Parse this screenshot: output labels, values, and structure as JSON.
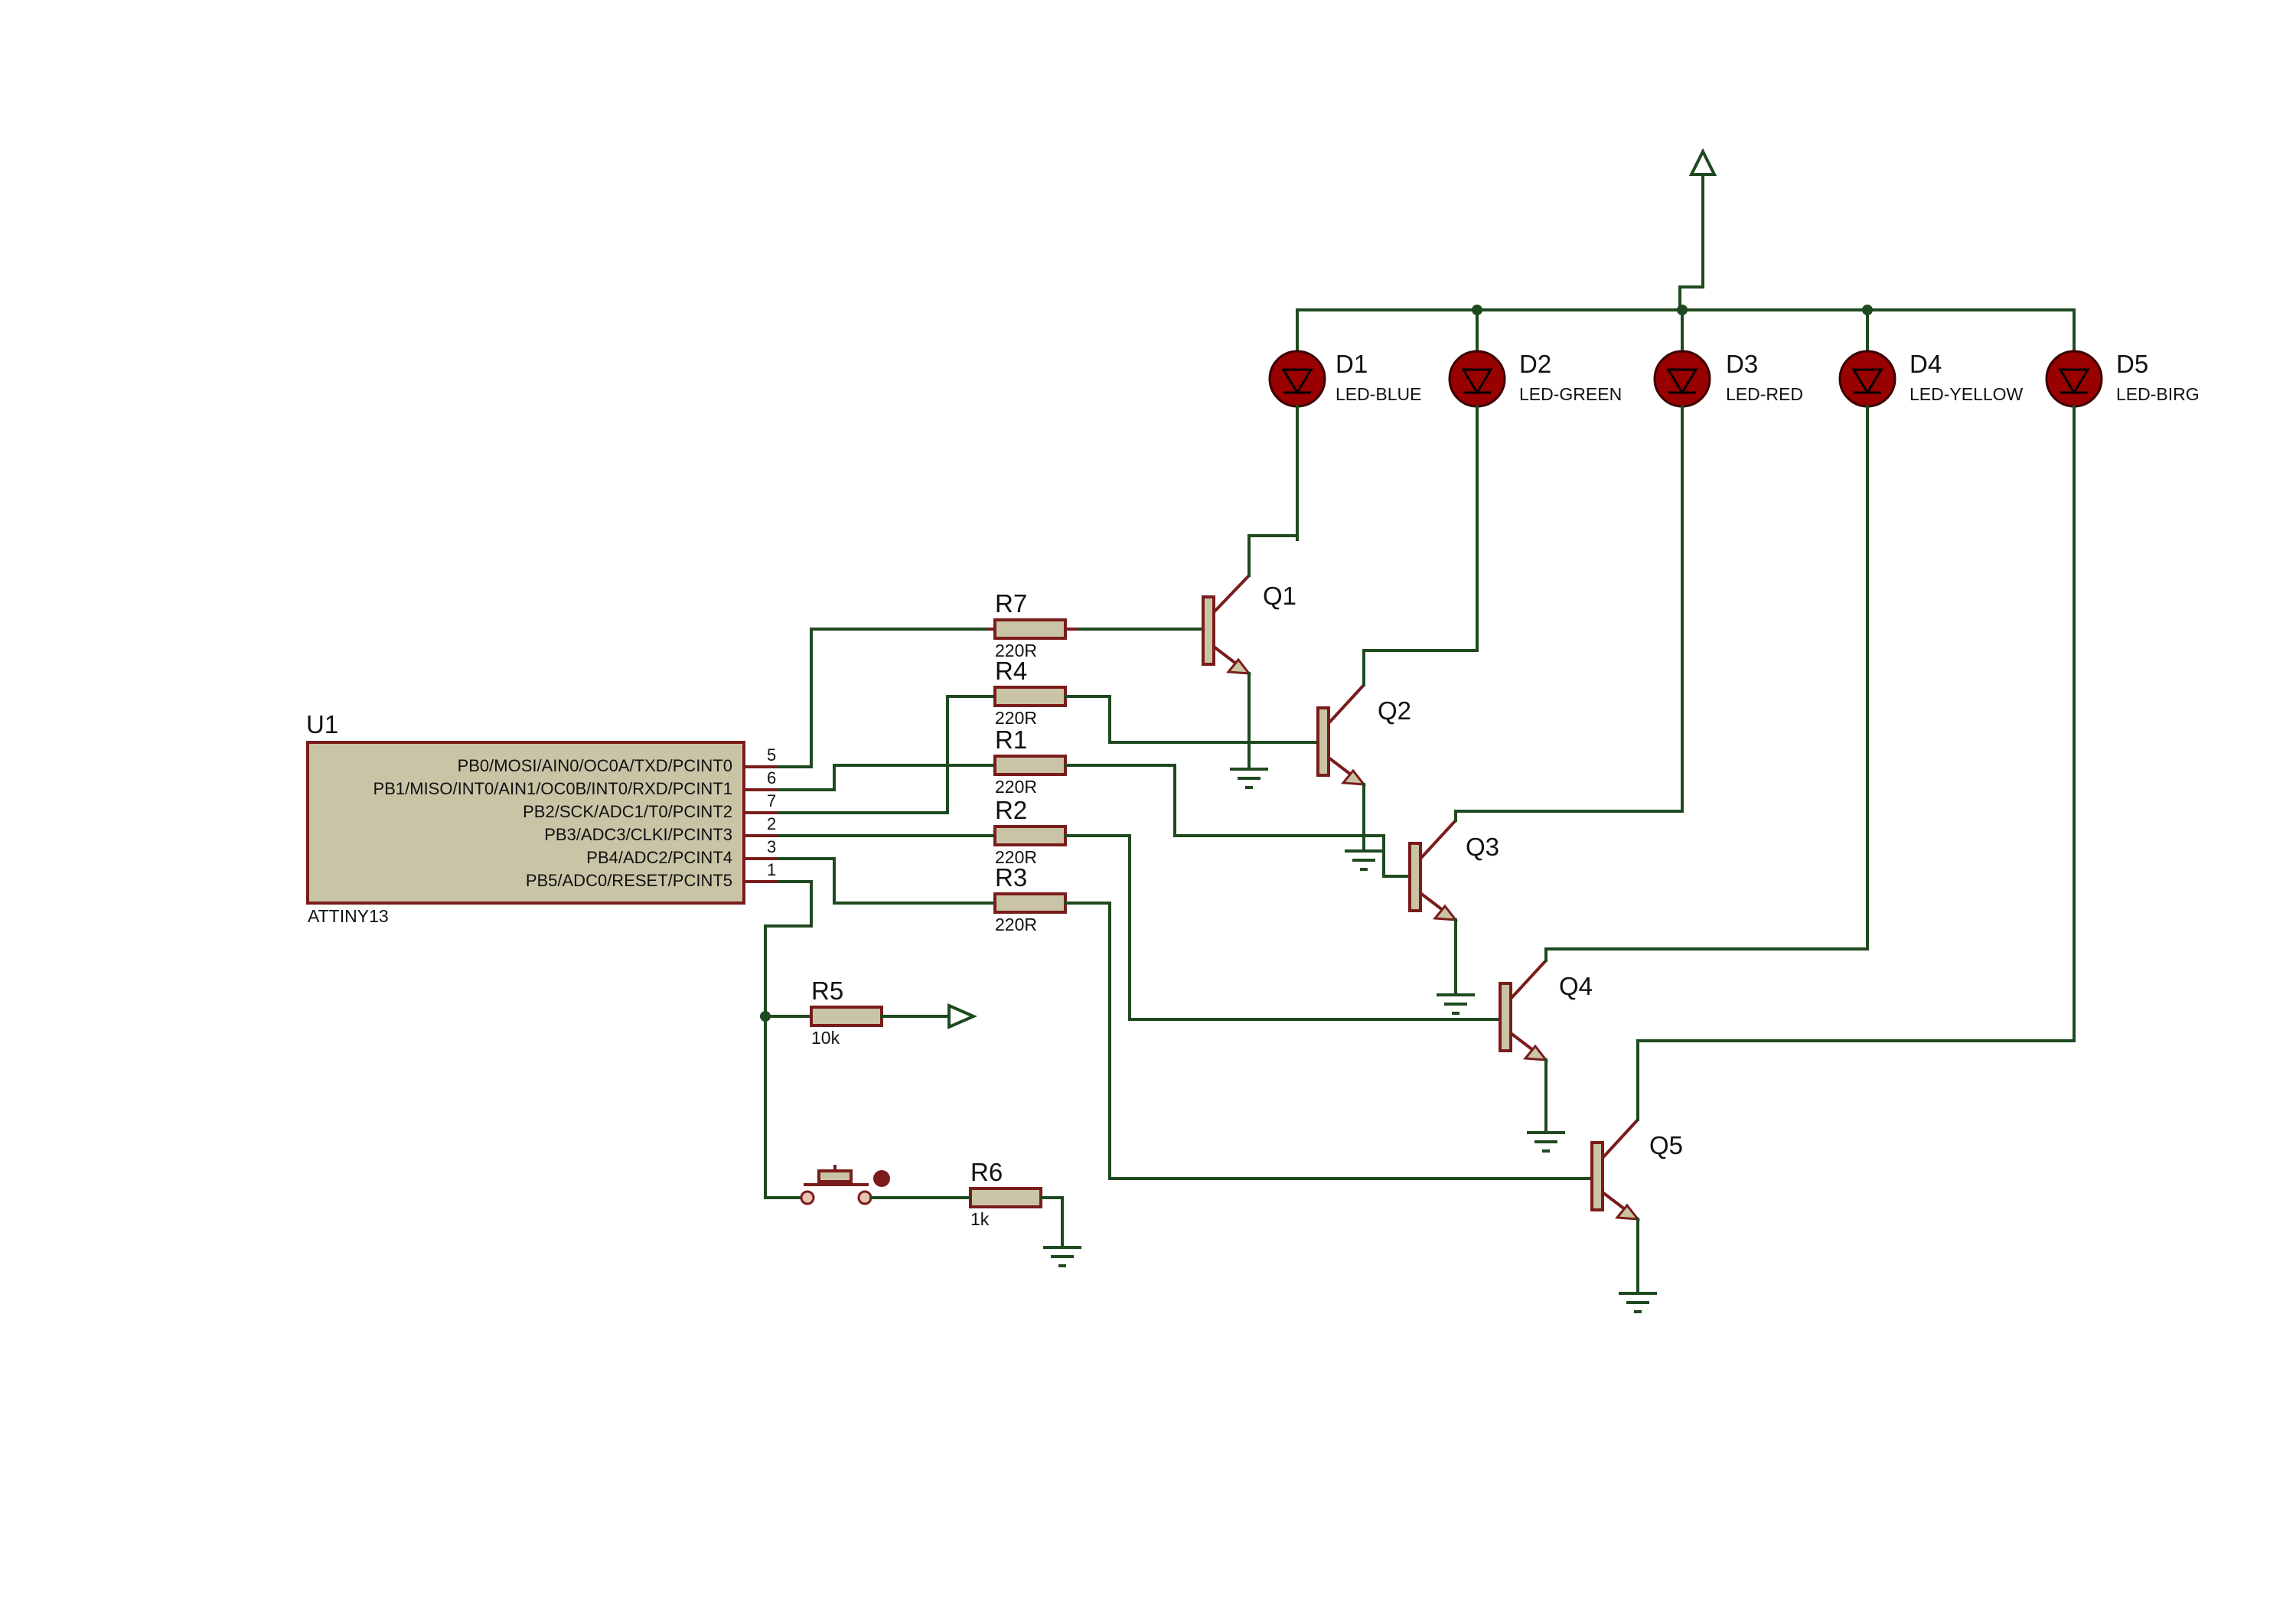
{
  "u1": {
    "ref": "U1",
    "part": "ATTINY13",
    "pins": [
      {
        "label": "PB0/MOSI/AIN0/OC0A/TXD/PCINT0",
        "num": "5"
      },
      {
        "label": "PB1/MISO/INT0/AIN1/OC0B/INT0/RXD/PCINT1",
        "num": "6"
      },
      {
        "label": "PB2/SCK/ADC1/T0/PCINT2",
        "num": "7"
      },
      {
        "label": "PB3/ADC3/CLKI/PCINT3",
        "num": "2"
      },
      {
        "label": "PB4/ADC2/PCINT4",
        "num": "3"
      },
      {
        "label": "PB5/ADC0/RESET/PCINT5",
        "num": "1"
      }
    ]
  },
  "resistors": [
    {
      "ref": "R7",
      "value": "220R"
    },
    {
      "ref": "R4",
      "value": "220R"
    },
    {
      "ref": "R1",
      "value": "220R"
    },
    {
      "ref": "R2",
      "value": "220R"
    },
    {
      "ref": "R3",
      "value": "220R"
    },
    {
      "ref": "R5",
      "value": "10k"
    },
    {
      "ref": "R6",
      "value": "1k"
    }
  ],
  "leds": [
    {
      "ref": "D1",
      "value": "LED-BLUE"
    },
    {
      "ref": "D2",
      "value": "LED-GREEN"
    },
    {
      "ref": "D3",
      "value": "LED-RED"
    },
    {
      "ref": "D4",
      "value": "LED-YELLOW"
    },
    {
      "ref": "D5",
      "value": "LED-BIRG"
    }
  ],
  "transistors": [
    {
      "ref": "Q1"
    },
    {
      "ref": "Q2"
    },
    {
      "ref": "Q3"
    },
    {
      "ref": "Q4"
    },
    {
      "ref": "Q5"
    }
  ],
  "colors": {
    "wire": "#1f4a1f",
    "component_outline": "#7a1c1c",
    "component_fill": "#c9c4a6",
    "led_fill": "#990000"
  }
}
